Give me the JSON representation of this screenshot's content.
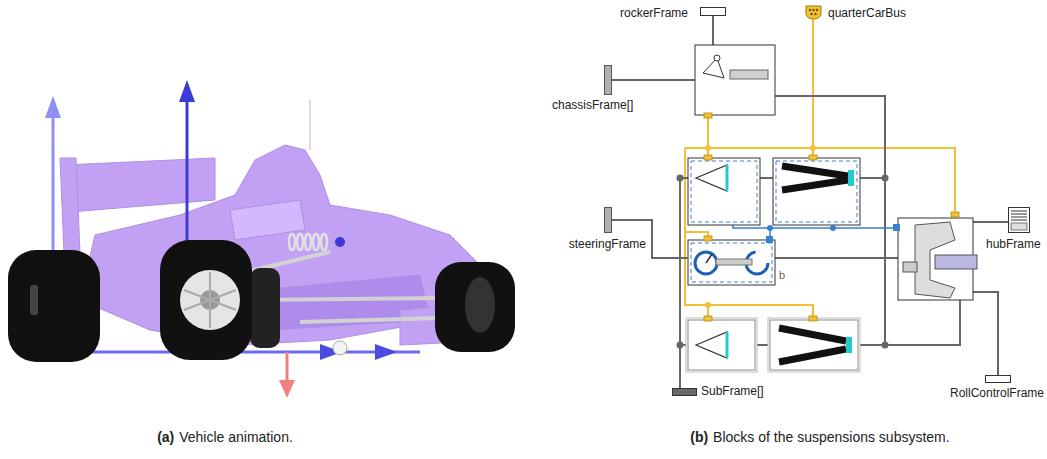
{
  "diagram": {
    "nodes": [
      {
        "text": [
          "rockerFrame"
        ]
      },
      {
        "text": [
          "quarterCarBus"
        ]
      },
      {
        "text": [
          "chassisFrame[]"
        ]
      },
      {
        "text": [
          "steeringFrame"
        ]
      },
      {
        "text": [
          "b"
        ]
      },
      {
        "text": [
          "hubFrame"
        ]
      },
      {
        "text": [
          "SubFrame[]"
        ]
      },
      {
        "text": [
          "RollControlFrame"
        ]
      }
    ],
    "edges": [
      {
        "from": 3,
        "to": 4,
        "arrow": "none"
      }
    ],
    "labels": [
      "(a)",
      "Vehicle animation.",
      "(b)",
      "Blocks of the suspensions subsystem."
    ]
  }
}
